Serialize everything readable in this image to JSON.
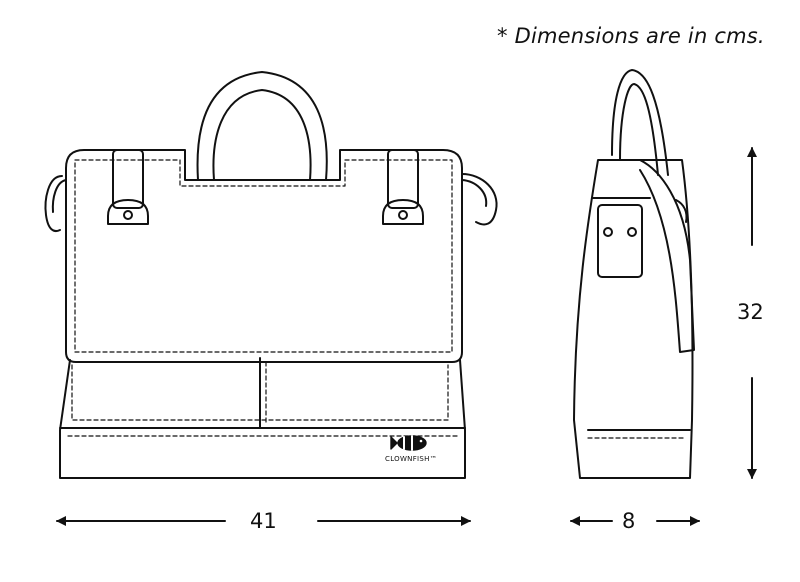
{
  "note": "* Dimensions are in cms.",
  "dimensions": {
    "width": "41",
    "depth": "8",
    "height": "32"
  },
  "brand": {
    "name": "CLOWNFISH",
    "mark": "™"
  },
  "colors": {
    "stroke": "#111111",
    "background": "#ffffff"
  }
}
